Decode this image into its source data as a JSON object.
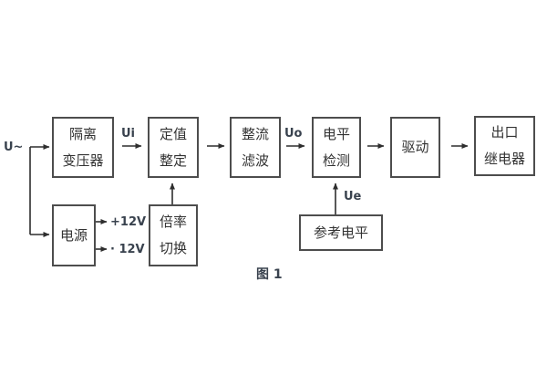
{
  "figure": {
    "caption": "图 1",
    "input_label": "U~",
    "signal_labels": {
      "ui": "Ui",
      "uo": "Uo",
      "ue": "Ue",
      "plus12": "+12V",
      "minus12": "· 12V"
    },
    "blocks": {
      "isolation_transformer": {
        "line1": "隔离",
        "line2": "变压器"
      },
      "setpoint": {
        "line1": "定值",
        "line2": "整定"
      },
      "rectifier_filter": {
        "line1": "整流",
        "line2": "滤波"
      },
      "level_detection": {
        "line1": "电平",
        "line2": "检测"
      },
      "drive": {
        "line1": "驱动"
      },
      "output_relay": {
        "line1": "出口",
        "line2": "继电器"
      },
      "power": {
        "line1": "电源"
      },
      "ratio_switch": {
        "line1": "倍率",
        "line2": "切换"
      },
      "reference_level": {
        "line1": "参考电平"
      }
    },
    "colors": {
      "background": "#ffffff",
      "box_border": "#4d4d4d",
      "box_text": "#333333",
      "label_text": "#39424e",
      "wire": "#2e2e2e"
    }
  }
}
